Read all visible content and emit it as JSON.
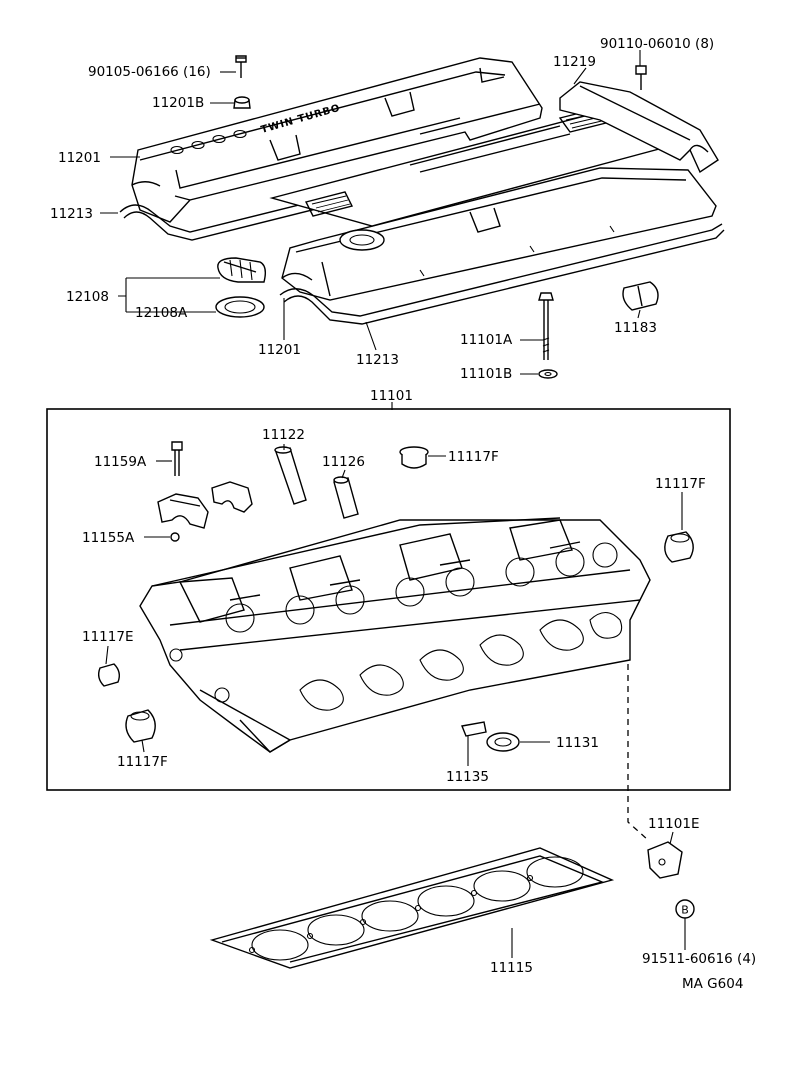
{
  "callouts": {
    "p90105": "90105-06166 (16)",
    "p11201B": "11201B",
    "p11201_top": "11201",
    "p11213_top": "11213",
    "p90110": "90110-06010 (8)",
    "p11219": "11219",
    "p12108": "12108",
    "p12108A": "12108A",
    "p11201_bottom": "11201",
    "p11213_bottom": "11213",
    "p11101A": "11101A",
    "p11101B": "11101B",
    "p11183": "11183",
    "p11101": "11101",
    "p11122": "11122",
    "p11159A": "11159A",
    "p11126": "11126",
    "p11117F_top": "11117F",
    "p11117F_right": "11117F",
    "p11155A": "11155A",
    "p11117E": "11117E",
    "p11117F_left": "11117F",
    "p11135": "11135",
    "p11131": "11131",
    "p11101E": "11101E",
    "p11115": "11115",
    "p91511": "91511-60616 (4)",
    "b_marker": "B",
    "cover_text": "TWIN TURBO",
    "ref": "MA G604"
  }
}
